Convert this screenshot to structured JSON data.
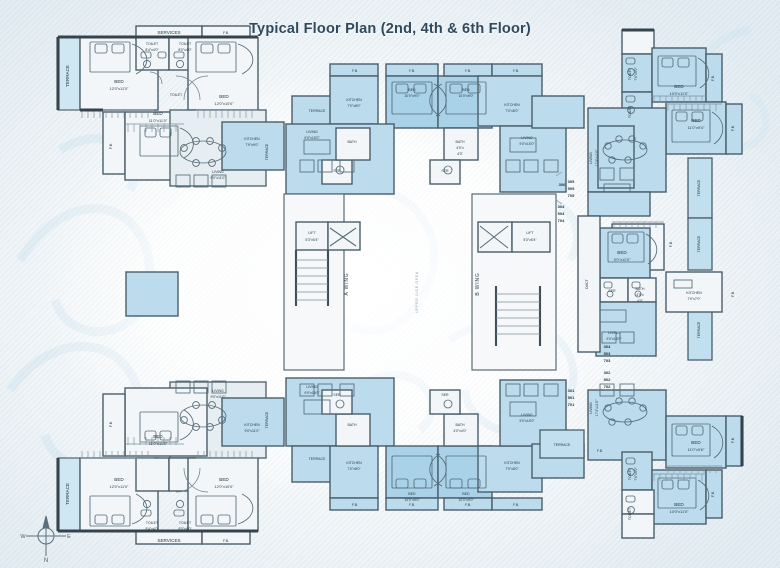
{
  "sheet": {
    "title": "Typical Floor Plan (2nd, 4th & 6th Floor)",
    "background_color": "#eaf1f6",
    "room_fill_blue": "#bcdcee",
    "wall_color": "#3f4f58",
    "center_note": "UPPER SIDE OPEN"
  },
  "compass": {
    "north": "N",
    "east": "E",
    "west": "W"
  },
  "wings": {
    "a": "A WING",
    "b": "B WING"
  },
  "lifts": [
    {
      "label": "LIFT",
      "dim": "5'3\"x5'4\""
    },
    {
      "label": "LIFT",
      "dim": "5'3\"x5'4\""
    }
  ],
  "unit_numbers": [
    {
      "id": "u-305",
      "lines": [
        "305",
        "505",
        "705"
      ]
    },
    {
      "id": "u-304",
      "lines": [
        "304",
        "503",
        "703"
      ]
    },
    {
      "id": "u-302",
      "lines": [
        "302",
        "502",
        "702"
      ]
    },
    {
      "id": "u-301",
      "lines": [
        "301",
        "501",
        "701"
      ]
    },
    {
      "id": "u-306",
      "lines": [
        "306",
        "506",
        "706"
      ]
    },
    {
      "id": "u-704",
      "lines": [
        "304",
        "504",
        "704"
      ]
    }
  ],
  "rooms": {
    "top_left_wing": [
      {
        "name": "TERRACE",
        "dim": "",
        "vertical": true
      },
      {
        "name": "BED",
        "dim": "12'0\"x11'0\""
      },
      {
        "name": "TOILET",
        "dim": "8'4\"x4'0\""
      },
      {
        "name": "TOILET",
        "dim": "8'0\"x4'0\""
      },
      {
        "name": "SERVICES",
        "dim": ""
      },
      {
        "name": "F.B.",
        "dim": ""
      },
      {
        "name": "BED",
        "dim": "12'0\"x10'0\""
      },
      {
        "name": "BED",
        "dim": "11'0\"x11'0\""
      },
      {
        "name": "F.B.",
        "dim": "",
        "vertical": true
      },
      {
        "name": "KITCHEN",
        "dim": "7'9\"x9'0\""
      },
      {
        "name": "LIVING",
        "dim": "9'0\"x11'0\""
      },
      {
        "name": "TOILET",
        "dim": ""
      }
    ],
    "top_center": [
      {
        "name": "TERRACE",
        "dim": ""
      },
      {
        "name": "F.B.",
        "dim": ""
      },
      {
        "name": "KITCHEN",
        "dim": "7'0\"x8'0\""
      },
      {
        "name": "BED",
        "dim": "10'0\"x9'0\""
      },
      {
        "name": "BED",
        "dim": "10'0\"x9'0\""
      },
      {
        "name": "KITCHEN",
        "dim": "7'0\"x8'0\""
      },
      {
        "name": "LIVING",
        "dim": "9'0\"x15'0\""
      },
      {
        "name": "BATH",
        "dim": "4'0\"x4'0\""
      },
      {
        "name": "SER",
        "dim": ""
      }
    ],
    "top_right_wing": [
      {
        "name": "TERRACE",
        "dim": ""
      },
      {
        "name": "F.B.",
        "dim": ""
      },
      {
        "name": "LIVING",
        "dim": "9'0\"x15'0\""
      },
      {
        "name": "KITCHEN",
        "dim": "9'0\"x8'0\""
      },
      {
        "name": "TOILET",
        "dim": "7'6\"x4'0\""
      },
      {
        "name": "TOILET",
        "dim": "7'6\"x4'0\""
      },
      {
        "name": "BED",
        "dim": "10'0\"x11'0\""
      },
      {
        "name": "BED",
        "dim": "11'0\"x9'4\""
      },
      {
        "name": "LIVING",
        "dim": "17'4\"x11'0\""
      },
      {
        "name": "TERRACE",
        "dim": "",
        "vertical": true
      },
      {
        "name": "F.B.",
        "dim": "",
        "vertical": true
      }
    ],
    "right_middle": [
      {
        "name": "BED",
        "dim": "9'0\"x11'0\""
      },
      {
        "name": "SER",
        "dim": ""
      },
      {
        "name": "BATH",
        "dim": "4'0\"x4'0\""
      },
      {
        "name": "DUCT",
        "dim": "",
        "vertical": true
      },
      {
        "name": "KITCHEN",
        "dim": "7'9\"x7'0\""
      },
      {
        "name": "LIVING",
        "dim": "9'0\"x15'0\""
      },
      {
        "name": "TERRACE",
        "dim": "",
        "vertical": true
      },
      {
        "name": "F.B.",
        "dim": "",
        "vertical": true
      }
    ],
    "bottom_right_wing": [
      {
        "name": "TERRACE",
        "dim": ""
      },
      {
        "name": "F.B.",
        "dim": ""
      },
      {
        "name": "LIVING",
        "dim": "9'0\"x15'0\""
      },
      {
        "name": "KITCHEN",
        "dim": "9'0\"x8'0\""
      },
      {
        "name": "LIVING",
        "dim": "17'4\"x11'0\""
      },
      {
        "name": "TOILET",
        "dim": ""
      },
      {
        "name": "TOILET",
        "dim": ""
      },
      {
        "name": "BED",
        "dim": "11'0\"x9'6\""
      },
      {
        "name": "BED",
        "dim": "10'0\"x11'0\""
      },
      {
        "name": "F.B.",
        "dim": "",
        "vertical": true
      },
      {
        "name": "TERRACE",
        "dim": "",
        "vertical": true
      }
    ],
    "bottom_center": [
      {
        "name": "TERRACE",
        "dim": ""
      },
      {
        "name": "F.B.",
        "dim": ""
      },
      {
        "name": "KITCHEN",
        "dim": "7'0\"x8'0\""
      },
      {
        "name": "KITCHEN",
        "dim": "7'0\"x8'0\""
      },
      {
        "name": "BED",
        "dim": "10'0\"x9'0\""
      },
      {
        "name": "BED",
        "dim": "10'0\"x9'0\""
      },
      {
        "name": "LIVING",
        "dim": "9'0\"x15'0\""
      },
      {
        "name": "BATH",
        "dim": "4'0\"x4'0\""
      },
      {
        "name": "SER",
        "dim": ""
      }
    ],
    "bottom_left_wing": [
      {
        "name": "TERRACE",
        "dim": "",
        "vertical": true
      },
      {
        "name": "BED",
        "dim": "12'0\"x11'0\""
      },
      {
        "name": "BED",
        "dim": "12'0\"x10'0\""
      },
      {
        "name": "BED",
        "dim": "11'0\"x11'0\""
      },
      {
        "name": "TOILET",
        "dim": "8'4\"x4'0\""
      },
      {
        "name": "TOILET",
        "dim": "8'0\"x4'0\""
      },
      {
        "name": "SERVICES",
        "dim": ""
      },
      {
        "name": "F.B.",
        "dim": ""
      },
      {
        "name": "KITCHEN",
        "dim": "9'0\"x11'0\""
      },
      {
        "name": "LIVING",
        "dim": "9'0\"x11'0\""
      }
    ]
  }
}
